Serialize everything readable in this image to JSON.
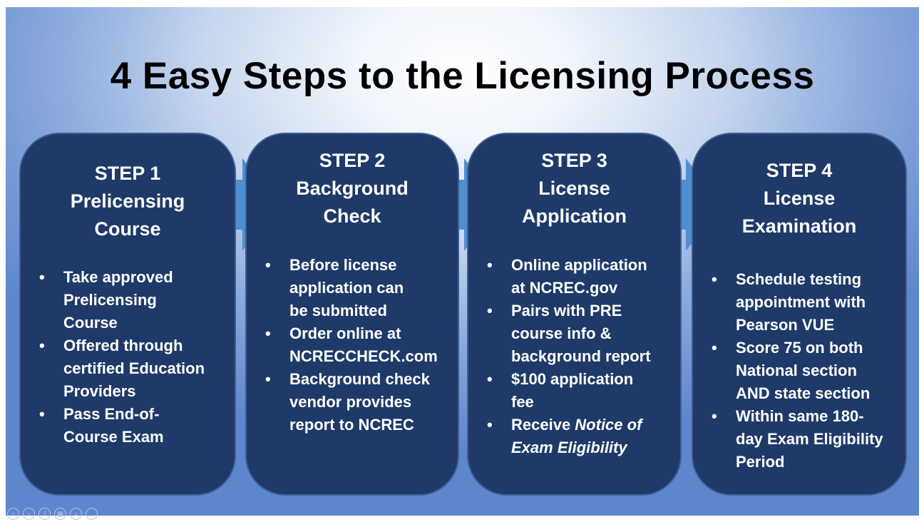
{
  "slide": {
    "title": "4 Easy Steps to the Licensing Process",
    "steps": [
      {
        "heading": [
          "STEP 1",
          "Prelicensing",
          "Course"
        ],
        "bullets": [
          [
            "Take approved",
            "Prelicensing",
            "Course"
          ],
          [
            "Offered through",
            "certified Education",
            "Providers"
          ],
          [
            "Pass End-of-",
            "Course Exam"
          ]
        ]
      },
      {
        "heading": [
          "STEP 2",
          "Background",
          "Check"
        ],
        "bullets": [
          [
            "Before license",
            "application can",
            "be submitted"
          ],
          [
            "Order online at",
            "NCRECCHECK.com"
          ],
          [
            "Background check",
            "vendor provides",
            "report to NCREC"
          ]
        ]
      },
      {
        "heading": [
          "STEP 3",
          "License",
          "Application"
        ],
        "bullets": [
          [
            "Online application",
            "at NCREC.gov"
          ],
          [
            "Pairs with PRE",
            "course info &",
            "background report"
          ],
          [
            "$100 application",
            "fee"
          ],
          {
            "prefix": "Receive ",
            "emphasis_1": "Notice of",
            "emphasis_2": "Exam Eligibility"
          }
        ]
      },
      {
        "heading": [
          "STEP 4",
          "License",
          "Examination"
        ],
        "bullets": [
          [
            "Schedule testing",
            "appointment with",
            "Pearson VUE"
          ],
          [
            "Score 75 on both",
            "National section",
            "AND state section"
          ],
          [
            "Within same 180-",
            "day Exam Eligibility",
            "Period"
          ]
        ]
      }
    ]
  },
  "controls": {
    "prev": "‹",
    "next": "›",
    "pen": "/",
    "slides": "▦",
    "zoom": "⌕",
    "more": "…"
  },
  "colors": {
    "card_fill": "#1f3a68",
    "arrow_fill": "#4f8fd0",
    "title_text": "#000000"
  }
}
